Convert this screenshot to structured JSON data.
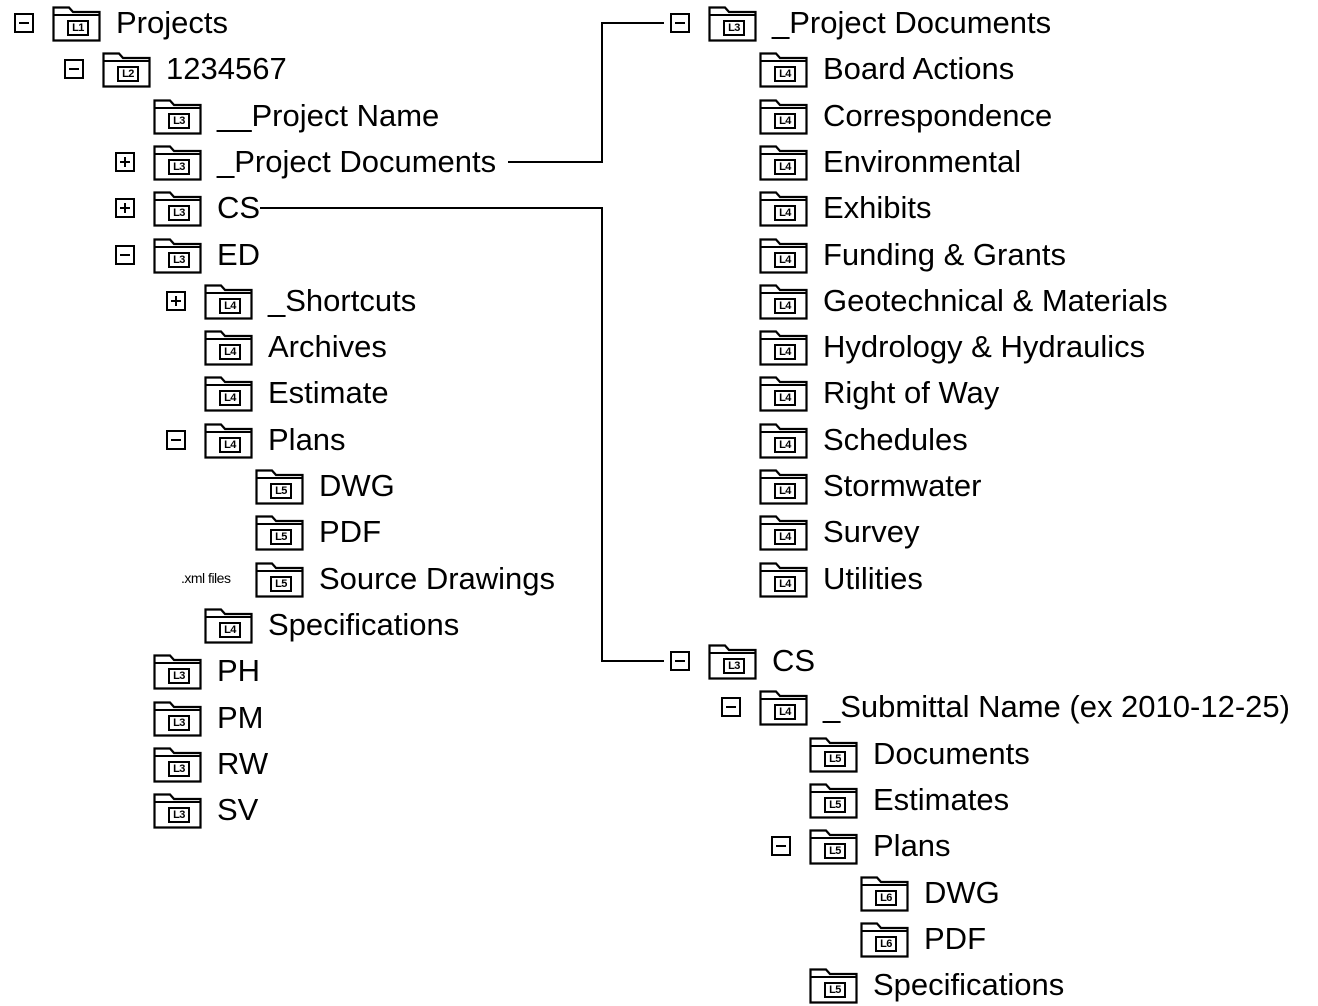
{
  "tree": {
    "left": [
      {
        "level": "L1",
        "label": "Projects",
        "toggle": "minus"
      },
      {
        "level": "L2",
        "label": "1234567",
        "toggle": "minus"
      },
      {
        "level": "L3",
        "label": "__Project Name",
        "toggle": ""
      },
      {
        "level": "L3",
        "label": "_Project Documents",
        "toggle": "plus"
      },
      {
        "level": "L3",
        "label": "CS",
        "toggle": "plus"
      },
      {
        "level": "L3",
        "label": "ED",
        "toggle": "minus"
      },
      {
        "level": "L4",
        "label": "_Shortcuts",
        "toggle": "plus"
      },
      {
        "level": "L4",
        "label": "Archives",
        "toggle": ""
      },
      {
        "level": "L4",
        "label": "Estimate",
        "toggle": ""
      },
      {
        "level": "L4",
        "label": "Plans",
        "toggle": "minus"
      },
      {
        "level": "L5",
        "label": "DWG",
        "toggle": ""
      },
      {
        "level": "L5",
        "label": "PDF",
        "toggle": ""
      },
      {
        "level": "L5",
        "label": "Source Drawings",
        "toggle": ""
      },
      {
        "level": "L4",
        "label": "Specifications",
        "toggle": ""
      },
      {
        "level": "L3",
        "label": "PH",
        "toggle": ""
      },
      {
        "level": "L3",
        "label": "PM",
        "toggle": ""
      },
      {
        "level": "L3",
        "label": "RW",
        "toggle": ""
      },
      {
        "level": "L3",
        "label": "SV",
        "toggle": ""
      }
    ],
    "project_documents": [
      {
        "level": "L3",
        "label": "_Project Documents",
        "toggle": "minus"
      },
      {
        "level": "L4",
        "label": "Board Actions",
        "toggle": ""
      },
      {
        "level": "L4",
        "label": "Correspondence",
        "toggle": ""
      },
      {
        "level": "L4",
        "label": "Environmental",
        "toggle": ""
      },
      {
        "level": "L4",
        "label": "Exhibits",
        "toggle": ""
      },
      {
        "level": "L4",
        "label": "Funding & Grants",
        "toggle": ""
      },
      {
        "level": "L4",
        "label": "Geotechnical & Materials",
        "toggle": ""
      },
      {
        "level": "L4",
        "label": "Hydrology & Hydraulics",
        "toggle": ""
      },
      {
        "level": "L4",
        "label": "Right of Way",
        "toggle": ""
      },
      {
        "level": "L4",
        "label": "Schedules",
        "toggle": ""
      },
      {
        "level": "L4",
        "label": "Stormwater",
        "toggle": ""
      },
      {
        "level": "L4",
        "label": "Survey",
        "toggle": ""
      },
      {
        "level": "L4",
        "label": "Utilities",
        "toggle": ""
      }
    ],
    "cs": [
      {
        "level": "L3",
        "label": "CS",
        "toggle": "minus"
      },
      {
        "level": "L4",
        "label": "_Submittal Name (ex 2010-12-25)",
        "toggle": "minus"
      },
      {
        "level": "L5",
        "label": "Documents",
        "toggle": ""
      },
      {
        "level": "L5",
        "label": "Estimates",
        "toggle": ""
      },
      {
        "level": "L5",
        "label": "Plans",
        "toggle": "minus"
      },
      {
        "level": "L6",
        "label": "DWG",
        "toggle": ""
      },
      {
        "level": "L6",
        "label": "PDF",
        "toggle": ""
      },
      {
        "level": "L5",
        "label": "Specifications",
        "toggle": ""
      }
    ]
  },
  "annotation": ".xml files"
}
